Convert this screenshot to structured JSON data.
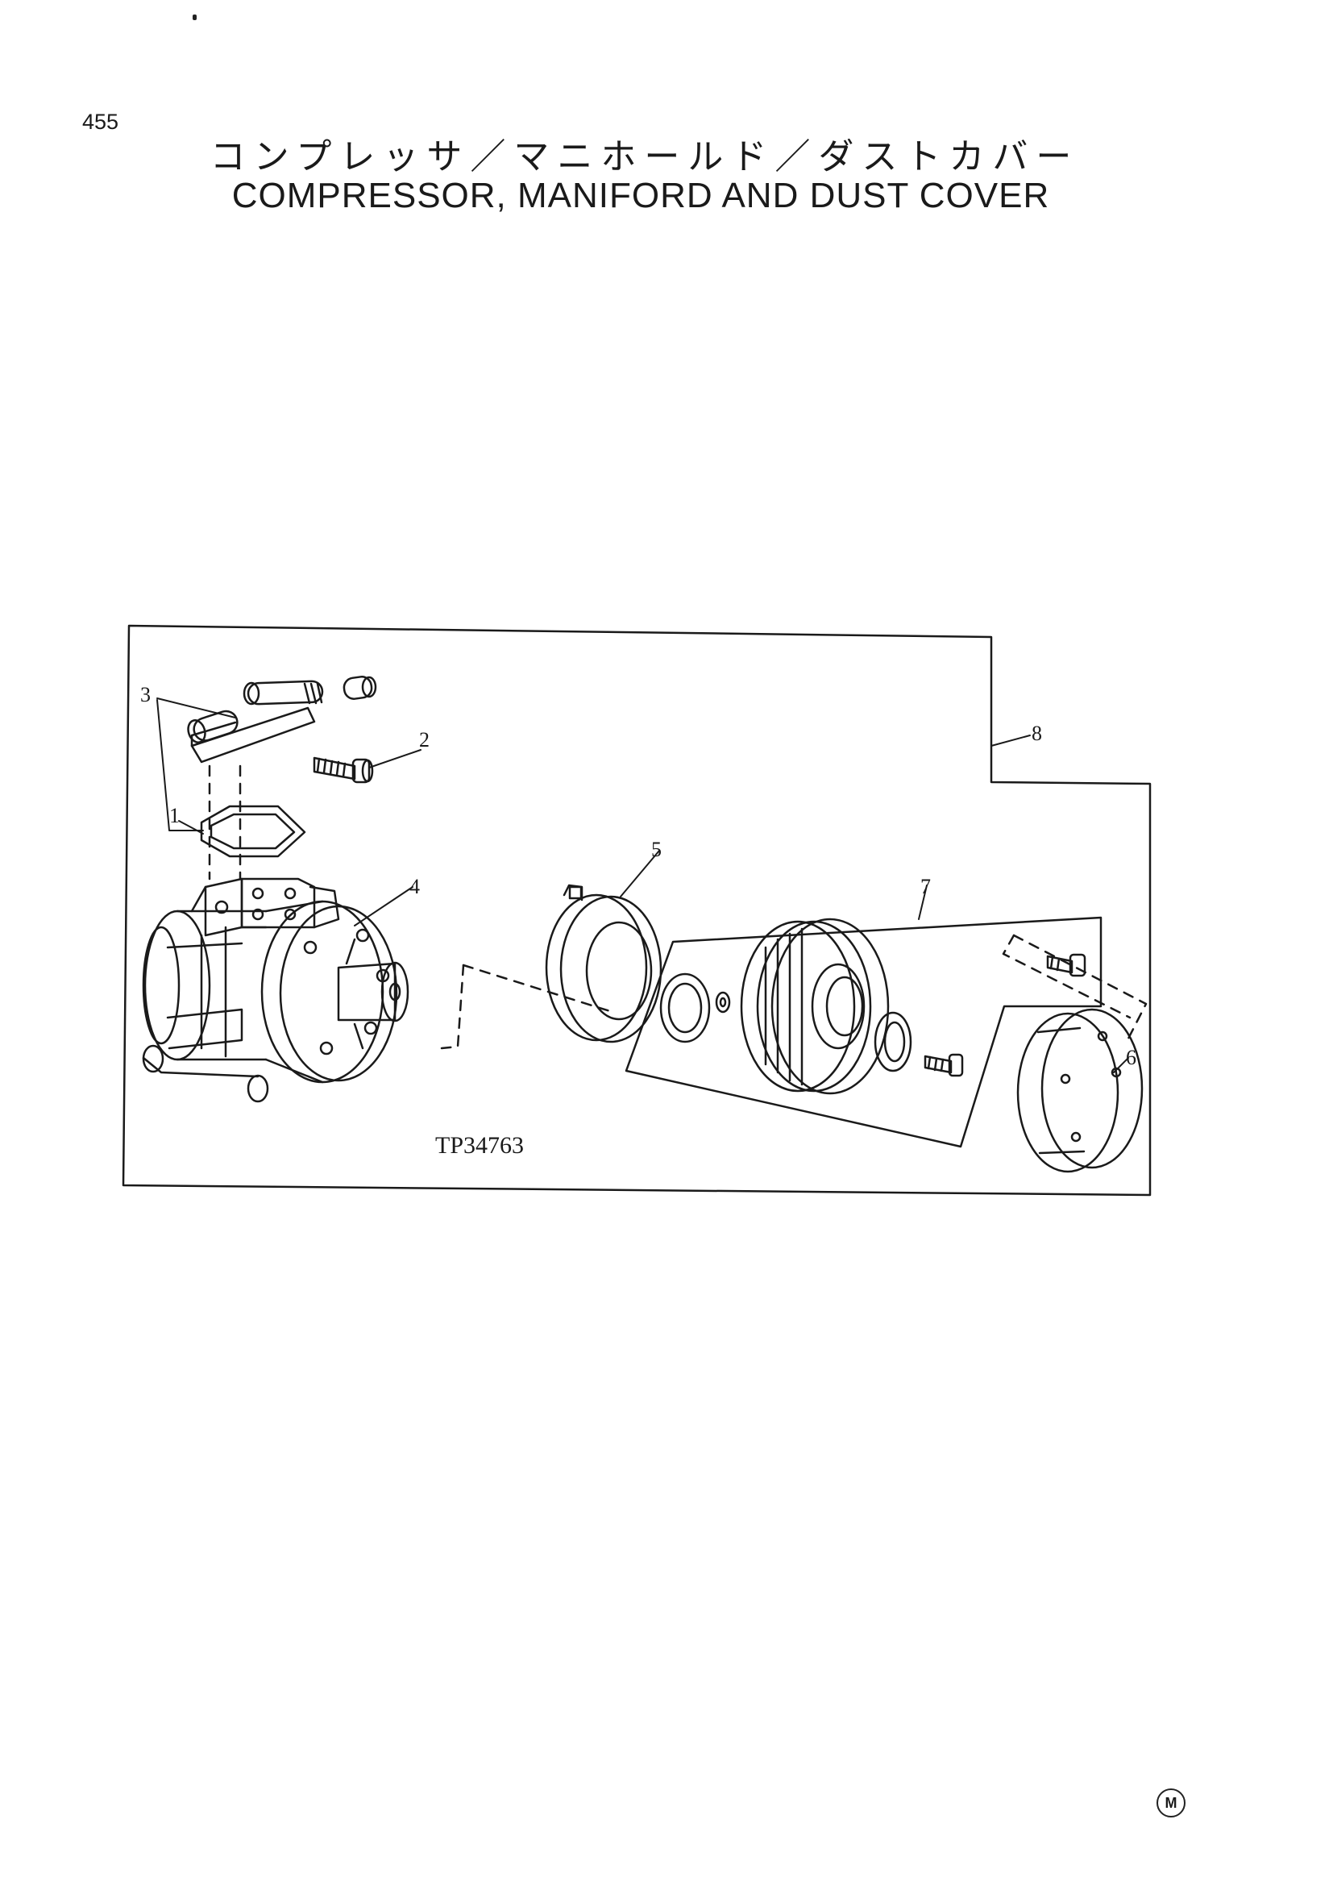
{
  "page": {
    "number": "455",
    "title_jp": "コンプレッサ／マニホールド／ダストカバー",
    "title_en": "COMPRESSOR, MANIFORD AND DUST COVER",
    "corner_mark": "M"
  },
  "diagram": {
    "reference": "TP34763",
    "callouts": {
      "c1": "1",
      "c2": "2",
      "c3": "3",
      "c4": "4",
      "c5": "5",
      "c6": "6",
      "c7": "7",
      "c8": "8"
    }
  }
}
